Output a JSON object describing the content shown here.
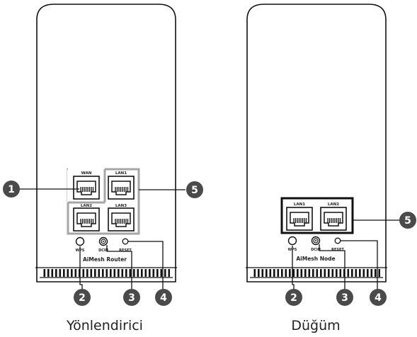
{
  "router": {
    "ports": {
      "wan": "WAN",
      "lan1": "LAN1",
      "lan2": "LAN2",
      "lan3": "LAN3"
    },
    "buttons": {
      "wps": "WPS",
      "dcin": "DCIN",
      "reset": "RESET"
    },
    "brand": "AiMesh Router",
    "caption": "Yönlendirici",
    "callouts": [
      "1",
      "2",
      "3",
      "4",
      "5"
    ]
  },
  "node": {
    "ports": {
      "lan1": "LAN1",
      "lan2": "LAN2"
    },
    "buttons": {
      "wps": "WPS",
      "dcin": "DCIN",
      "reset": "RESET"
    },
    "brand": "AiMesh Node",
    "caption": "Düğüm",
    "callouts": [
      "2",
      "3",
      "4",
      "5"
    ]
  },
  "colors": {
    "outline": "#111111",
    "callout_fill": "#4a4a4a",
    "highlight_box": "#a6a6a6",
    "node_box": "#111111"
  }
}
